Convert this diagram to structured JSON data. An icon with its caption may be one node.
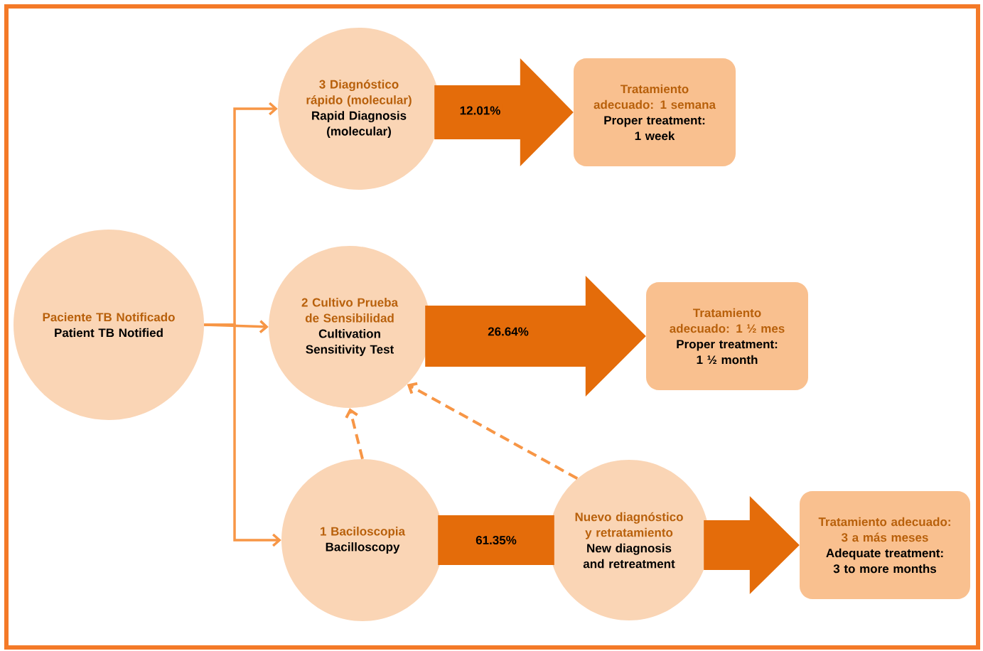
{
  "diagram": {
    "nodes": [
      {
        "text": [
          "Paciente TB Notificado",
          "Patient TB Notified"
        ]
      },
      {
        "text": [
          "3 Diagnóstico rápido (molecular)",
          "Rapid Diagnosis (molecular)"
        ]
      },
      {
        "text": [
          "2 Cultivo Prueba de Sensibilidad",
          "Cultivation Sensitivity Test"
        ]
      },
      {
        "text": [
          "1 Baciloscopia",
          "Bacilloscopy"
        ]
      },
      {
        "text": [
          "Nuevo diagnóstico y retratamiento",
          "New diagnosis and retreatment"
        ]
      },
      {
        "text": [
          "Tratamiento adecuado: 1 semana",
          "Proper treatment: 1 week"
        ]
      },
      {
        "text": [
          "Tratamiento adecuado: 1 ½ mes",
          "Proper treatment: 1 ½ month"
        ]
      },
      {
        "text": [
          "Tratamiento adecuado: 3 a más meses",
          "Adequate treatment: 3 to more months"
        ]
      }
    ],
    "edges": [
      {
        "from": 0,
        "to": 1,
        "arrow": "to"
      },
      {
        "from": 0,
        "to": 2,
        "arrow": "to"
      },
      {
        "from": 0,
        "to": 3,
        "arrow": "to"
      },
      {
        "from": 1,
        "to": 5,
        "arrow": "to",
        "style": "thick",
        "color": "#e46c0a",
        "label": "12.01%"
      },
      {
        "from": 2,
        "to": 6,
        "arrow": "to",
        "style": "thick",
        "color": "#e46c0a",
        "label": "26.64%"
      },
      {
        "from": 3,
        "to": 4,
        "arrow": "none",
        "style": "thick",
        "color": "#e46c0a",
        "label": "61.35%"
      },
      {
        "from": 4,
        "to": 7,
        "arrow": "to",
        "style": "thick",
        "color": "#e46c0a"
      },
      {
        "from": 3,
        "to": 2,
        "arrow": "to",
        "style": "dashed"
      },
      {
        "from": 4,
        "to": 2,
        "arrow": "to",
        "style": "dashed"
      }
    ]
  }
}
